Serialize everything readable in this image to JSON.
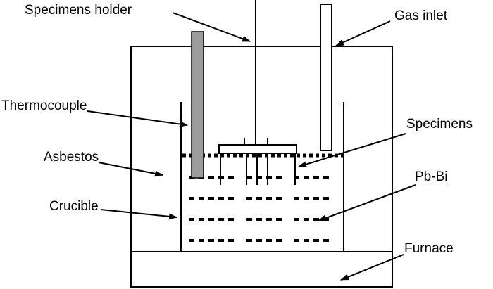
{
  "diagram": {
    "labels": {
      "specimens_holder": "Specimens holder",
      "gas_inlet": "Gas inlet",
      "thermocouple": "Thermocouple",
      "asbestos": "Asbestos",
      "crucible": "Crucible",
      "specimens": "Specimens",
      "pb_bi": "Pb-Bi",
      "furnace": "Furnace"
    },
    "colors": {
      "line": "#000000",
      "background": "#ffffff",
      "thermocouple_fill": "#9c9c9c",
      "gas_inlet_fill": "#ffffff"
    }
  }
}
